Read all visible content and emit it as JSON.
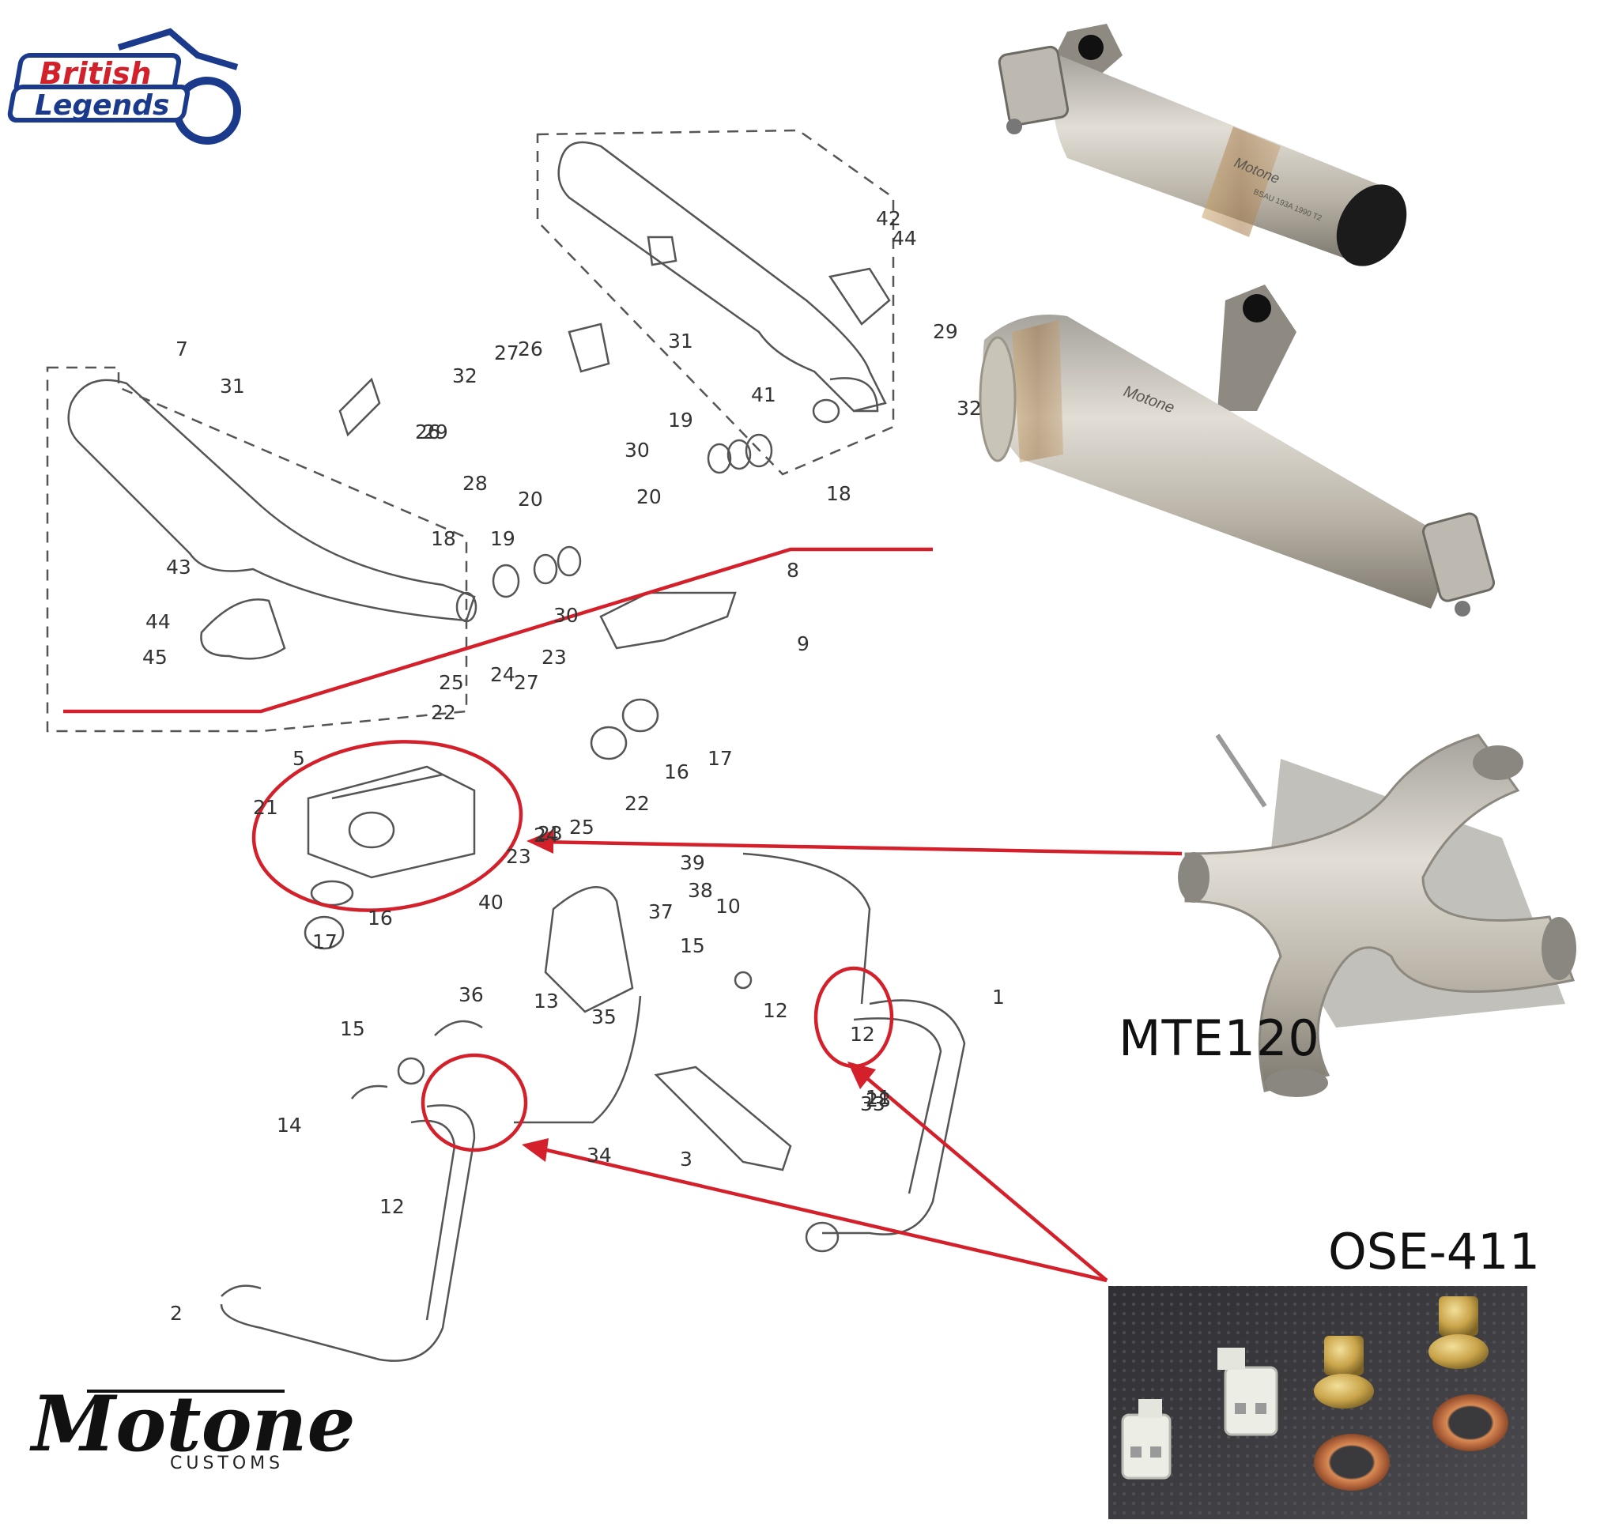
{
  "logos": {
    "british_legends": "British Legends",
    "motone": "Motone",
    "motone_sub": "CUSTOMS"
  },
  "products": {
    "mte120": "MTE120",
    "ose411": "OSE-411",
    "muffler_engraving_1": "Motone",
    "muffler_engraving_2": "BSAU 193A 1990 T2",
    "muffler_engraving_3": "Motone"
  },
  "callouts": [
    "1",
    "2",
    "3",
    "5",
    "7",
    "8",
    "9",
    "10",
    "11",
    "12",
    "12",
    "12",
    "13",
    "14",
    "15",
    "15",
    "16",
    "16",
    "17",
    "17",
    "18",
    "18",
    "19",
    "19",
    "20",
    "20",
    "21",
    "22",
    "22",
    "23",
    "23",
    "23",
    "24",
    "24",
    "25",
    "25",
    "26",
    "26",
    "27",
    "27",
    "28",
    "28",
    "29",
    "29",
    "30",
    "30",
    "31",
    "31",
    "32",
    "32",
    "33",
    "34",
    "35",
    "36",
    "37",
    "38",
    "39",
    "40",
    "41",
    "42",
    "43",
    "44",
    "44",
    "45"
  ],
  "colors": {
    "annotation_red": "#d4202a",
    "line_art": "#555555",
    "logo_blue": "#1b3a8c",
    "logo_red": "#d3212c"
  }
}
